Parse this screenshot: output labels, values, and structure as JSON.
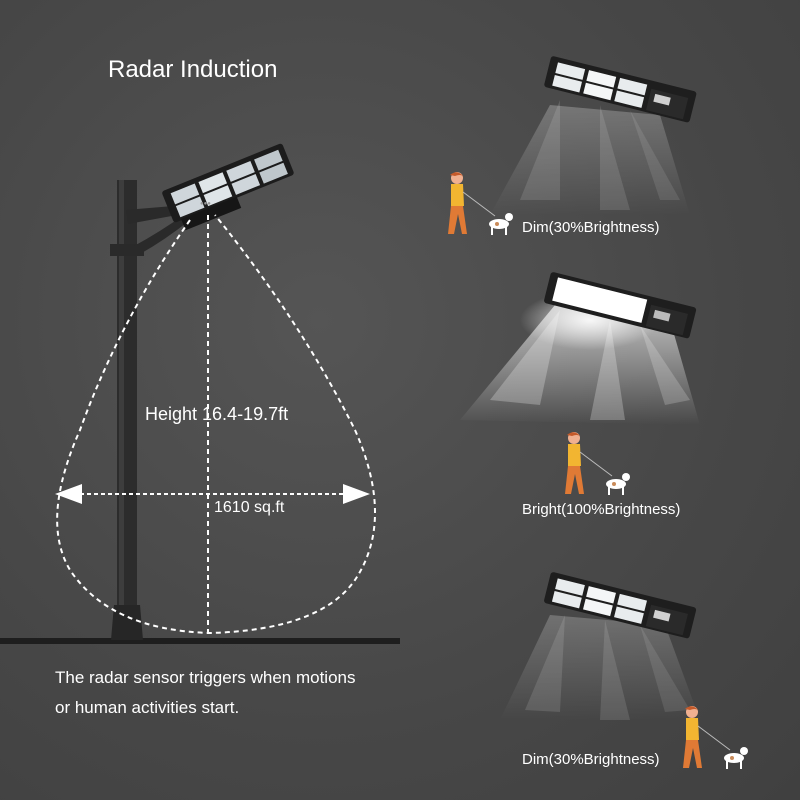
{
  "title": "Radar Induction",
  "height_label": "Height  16.4-19.7ft",
  "area_label": "1610 sq.ft",
  "description": {
    "line1": "The radar sensor triggers when motions",
    "line2": "or human activities start."
  },
  "modes": [
    {
      "label": "Dim(30%Brightness)",
      "brightness_percent": 30
    },
    {
      "label": "Bright(100%Brightness)",
      "brightness_percent": 100
    },
    {
      "label": "Dim(30%Brightness)",
      "brightness_percent": 30
    }
  ],
  "colors": {
    "background": "#4a4a4a",
    "pole": "#2a2a2a",
    "dashed_lines": "#ffffff",
    "person_shirt": "#f2b531",
    "person_pants": "#e07a35",
    "person_skin": "#f0b090"
  }
}
